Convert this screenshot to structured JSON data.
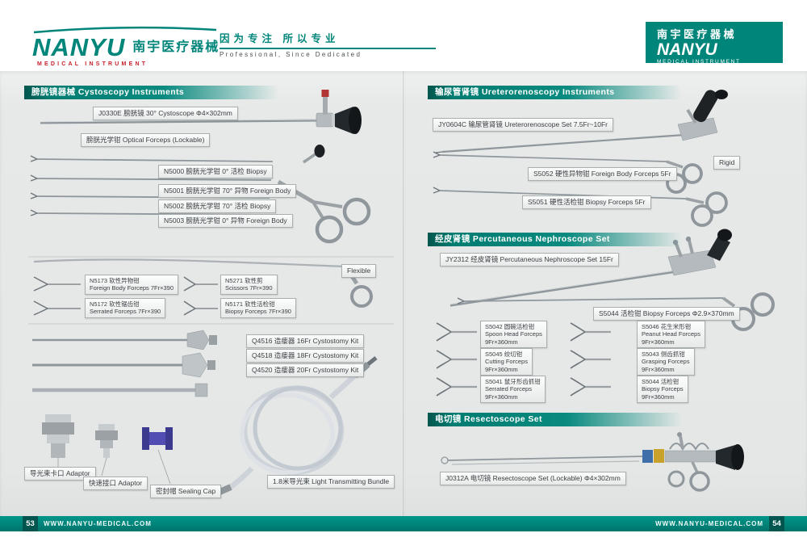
{
  "header": {
    "brand": "NANYU",
    "brand_cn": "南宇医疗器械",
    "brand_sub": "MEDICAL  INSTRUMENT",
    "tagline_cn": "因为专注 所以专业",
    "tagline_en": "Professional, Since Dedicated",
    "logo_right_cn": "南宇医疗器械",
    "logo_right_brand": "NANYU",
    "logo_right_sub": "MEDICAL INSTRUMENT"
  },
  "colors": {
    "teal": "#00857a",
    "teal_dark": "#00564e",
    "accent_red": "#c8202b",
    "page_bg": "#e6e8e7"
  },
  "left_page": {
    "section_cystoscopy": "膀胱镜器械  Cystoscopy Instruments",
    "cystoscope_label": "J0330E 膀胱镜 30°  Cystoscope  Φ4×302mm",
    "optical_forceps_label": "膀胱光学钳 Optical Forceps (Lockable)",
    "n5000": "N5000 膀胱光学钳  0°  活检 Biopsy",
    "n5001": "N5001 膀胱光学钳 70°  异物 Foreign Body",
    "n5002": "N5002 膀胱光学钳 70°  活检 Biopsy",
    "n5003": "N5003 膀胱光学钳  0°  异物 Foreign Body",
    "flexible_tag": "Flexible",
    "n5173": "N5173 软性异物钳\nForeign Body Forceps 7Fr×390",
    "n5271": "N5271 软性剪\nScissors 7Fr×390",
    "n5172": "N5172 软性锯齿钳\nSerrated Forceps 7Fr×390",
    "n5171": "N5171 软性活检钳\nBiopsy Forceps 7Fr×390",
    "q4516": "Q4516 造瘘器 16Fr Cystostomy Kit",
    "q4518": "Q4518 造瘘器 18Fr Cystostomy Kit",
    "q4520": "Q4520 造瘘器 20Fr Cystostomy Kit",
    "adaptor1": "导光束卡口 Adaptor",
    "adaptor2": "快速接口 Adaptor",
    "sealing_cap": "密封帽 Sealing Cap",
    "light_bundle": "1.8米导光束  Light Transmitting Bundle",
    "page_number": "53",
    "footer_url": "WWW.NANYU-MEDICAL.COM"
  },
  "right_page": {
    "section_uretero": "输尿管肾镜 Ureterorenoscopy Instruments",
    "jy0604c": "JY0604C 输尿管肾镜 Ureterorenoscope Set 7.5Fr~10Fr",
    "rigid_tag": "Rigid",
    "s5052": "S5052 硬性异物钳 Foreign Body Forceps 5Fr",
    "s5051": "S5051 硬性活检钳 Biopsy Forceps 5Fr",
    "section_nephro": "经皮肾镜 Percutaneous Nephroscope Set",
    "jy2312": "JY2312 经皮肾镜 Percutaneous Nephroscope Set 15Fr",
    "s5044_long": "S5044 活检钳 Biopsy Forceps  Φ2.9×370mm",
    "s5042": "S5042 圆碗活检钳\nSpoon Head Forceps\n9Fr×360mm",
    "s5046": "S5046 花生米形钳\nPeanut Head Forceps\n9Fr×360mm",
    "s5045": "S5045 绞切钳\nCutting Forceps\n9Fr×360mm",
    "s5043": "S5043 侧齿抓钳\nGrasping Forceps\n9Fr×360mm",
    "s5041": "S5041 鼠牙形齿抓钳\nSerrated Forceps\n9Fr×360mm",
    "s5044_short": "S5044 活检钳\nBiopsy Forceps\n9Fr×360mm",
    "section_resecto": "电切镜  Resectoscope Set",
    "j0312a": "J0312A 电切镜 Resectoscope Set (Lockable)  Φ4×302mm",
    "page_number": "54",
    "footer_url": "WWW.NANYU-MEDICAL.COM"
  }
}
